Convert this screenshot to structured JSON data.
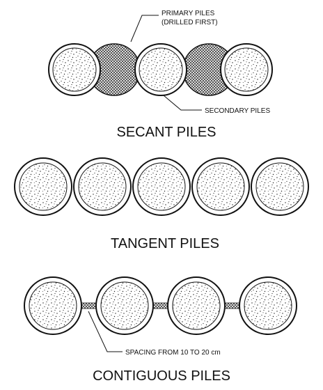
{
  "diagram": {
    "secant": {
      "title": "SECANT PILES",
      "primary_label_line1": "PRIMARY PILES",
      "primary_label_line2": "(DRILLED FIRST)",
      "secondary_label": "SECONDARY PILES"
    },
    "tangent": {
      "title": "TANGENT PILES"
    },
    "contiguous": {
      "title": "CONTIGUOUS PILES",
      "spacing_label": "SPACING FROM 10 TO 20 cm"
    }
  }
}
